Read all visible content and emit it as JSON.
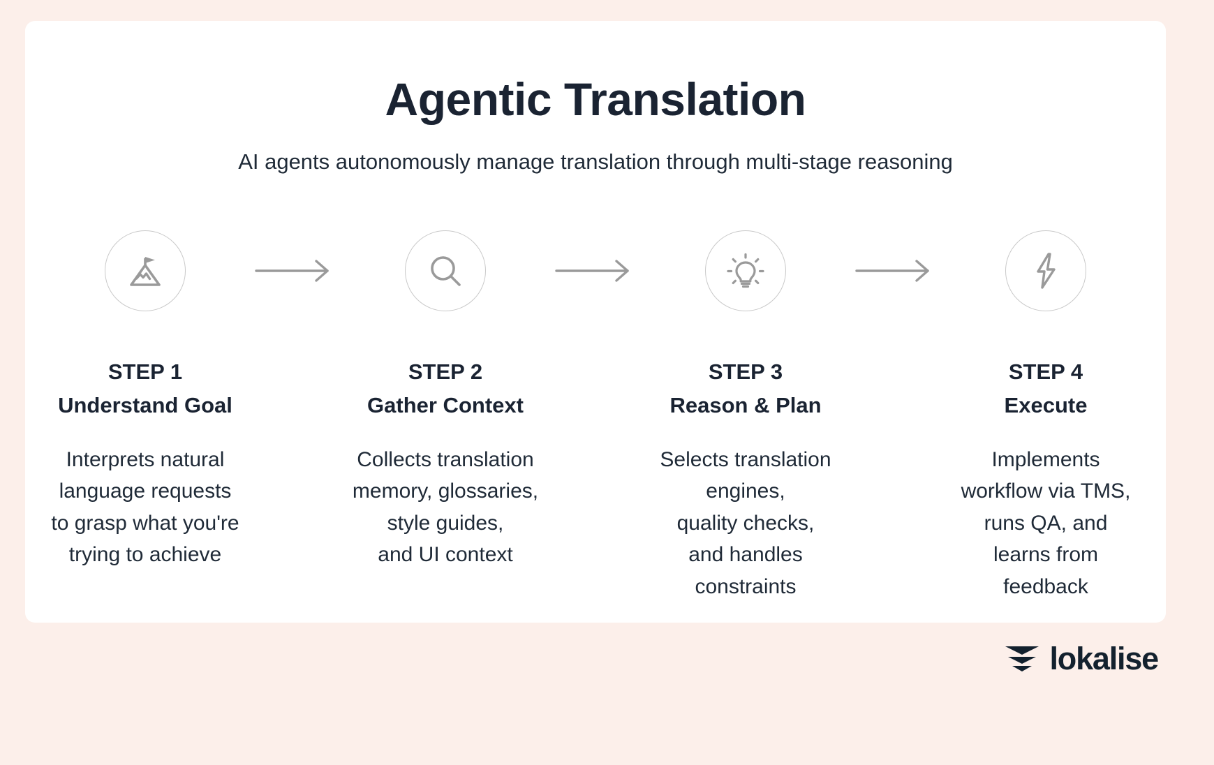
{
  "page": {
    "background_color": "#FCEFEA",
    "card_color": "#FFFFFF",
    "text_color": "#1A2332",
    "icon_color": "#9A9A9A",
    "circle_border_color": "#C9C9C9"
  },
  "header": {
    "title": "Agentic Translation",
    "subtitle": "AI agents autonomously manage translation through multi-stage reasoning"
  },
  "steps": [
    {
      "icon": "mountain-flag-icon",
      "kicker": "STEP 1",
      "name": "Understand Goal",
      "description": "Interprets natural\nlanguage requests\nto grasp what you're\ntrying to achieve"
    },
    {
      "icon": "magnifier-icon",
      "kicker": "STEP 2",
      "name": "Gather Context",
      "description": "Collects translation\nmemory, glossaries,\nstyle guides,\nand UI context"
    },
    {
      "icon": "lightbulb-icon",
      "kicker": "STEP 3",
      "name": "Reason & Plan",
      "description": "Selects translation\nengines,\nquality checks,\nand handles\nconstraints"
    },
    {
      "icon": "lightning-bolt-icon",
      "kicker": "STEP 4",
      "name": "Execute",
      "description": "Implements\nworkflow via TMS,\nruns QA, and\nlearns from\nfeedback"
    }
  ],
  "connectors": [
    {
      "name": "arrow-right-icon"
    },
    {
      "name": "arrow-right-icon"
    },
    {
      "name": "arrow-right-icon"
    }
  ],
  "brand": {
    "mark": "lokalise-chevrons-icon",
    "wordmark": "lokalise"
  }
}
